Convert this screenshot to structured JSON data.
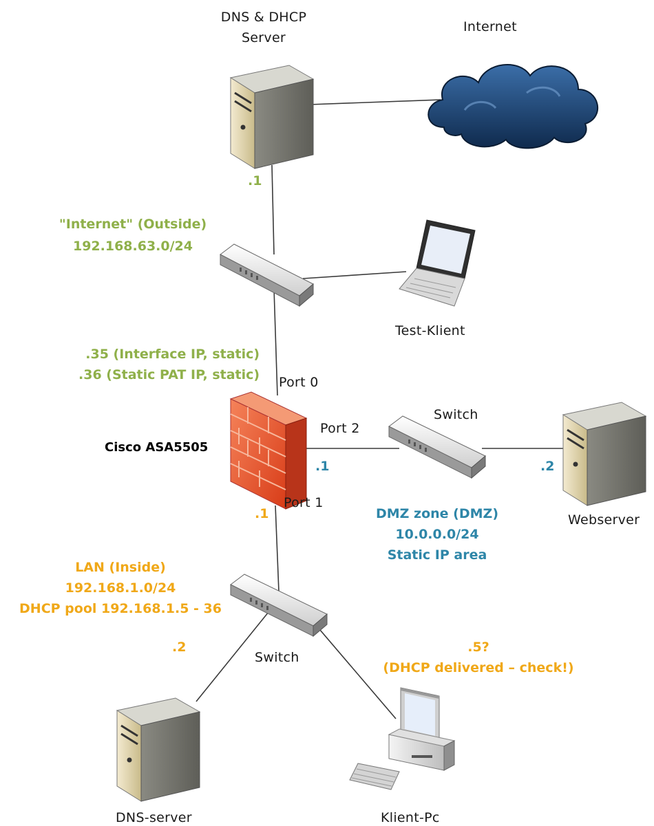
{
  "nodes": {
    "dns_dhcp_server": {
      "label_line1": "DNS & DHCP",
      "label_line2": "Server"
    },
    "internet": {
      "label": "Internet"
    },
    "test_client": {
      "label": "Test-Klient"
    },
    "firewall": {
      "label": "Cisco ASA5505"
    },
    "dmz_switch": {
      "label": "Switch"
    },
    "webserver": {
      "label": "Webserver"
    },
    "lan_switch": {
      "label": "Switch"
    },
    "dns_server": {
      "label": "DNS-server"
    },
    "client_pc": {
      "label": "Klient-Pc"
    }
  },
  "ports": {
    "port0": "Port 0",
    "port1": "Port 1",
    "port2": "Port 2"
  },
  "outside": {
    "server_ip": ".1",
    "name": "\"Internet\" (Outside)",
    "network": "192.168.63.0/24",
    "iface_ip": ".35 (Interface IP, static)",
    "pat_ip": ".36 (Static PAT IP, static)"
  },
  "dmz": {
    "fw_ip": ".1",
    "web_ip": ".2",
    "name": "DMZ zone (DMZ)",
    "network": "10.0.0.0/24",
    "note": "Static IP area"
  },
  "lan": {
    "fw_ip": ".1",
    "name": "LAN (Inside)",
    "network": "192.168.1.0/24",
    "pool": "DHCP pool 192.168.1.5 - 36",
    "dns_ip": ".2",
    "client_ip": ".5?",
    "client_note": "(DHCP delivered – check!)"
  },
  "colors": {
    "outside": "#8fb04a",
    "lan": "#f0a818",
    "dmz": "#2e86a8",
    "firewall": "#e8502a",
    "cloud": "#1b3f6b"
  }
}
